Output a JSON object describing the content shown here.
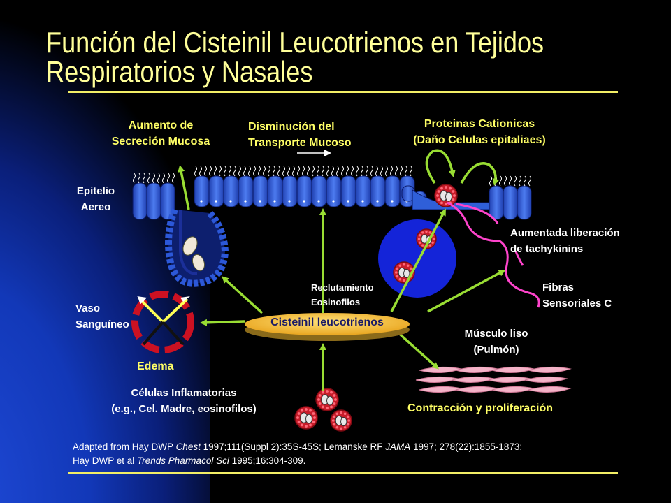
{
  "slide": {
    "title_line1": "Función del  Cisteinil Leucotrienos en Tejidos",
    "title_line2": "Respiratorios y Nasales"
  },
  "labels": {
    "mucus_secretion_1": "Aumento de",
    "mucus_secretion_2": "Secreción Mucosa",
    "transport_1": "Disminución del",
    "transport_2": "Transporte Mucoso",
    "cationic_1": "Proteinas Cationicas",
    "cationic_2": "(Daño Celulas epitaliaes)",
    "epithelium_1": "Epitelio",
    "epithelium_2": "Aereo",
    "tachykinin_1": "Aumentada liberación",
    "tachykinin_2": "de  tachykinins",
    "fibers_1": "Fibras",
    "fibers_2": "Sensoriales C",
    "recruitment_1": "Reclutamiento",
    "recruitment_2": "Eosinofilos",
    "vessel_1": "Vaso",
    "vessel_2": "Sanguíneo",
    "center": "Cisteinil leucotrienos",
    "smooth_muscle_1": "Músculo liso",
    "smooth_muscle_2": "(Pulmón)",
    "edema": "Edema",
    "inflammatory_1": "Células Inflamatorias",
    "inflammatory_2": "(e.g., Cel. Madre, eosinofilos)",
    "contraction": "Contracción y proliferación"
  },
  "reference": {
    "line1_a": "Adapted from Hay DWP ",
    "line1_b": "Chest",
    "line1_c": " 1997;111(Suppl 2):35S-45S; Lemanske RF ",
    "line1_d": "JAMA",
    "line1_e": " 1997; 278(22):1855-1873;",
    "line2_a": "Hay DWP et al ",
    "line2_b": "Trends Pharmacol Sci",
    "line2_c": " 1995;16:304-309."
  },
  "colors": {
    "title": "#ffff99",
    "label_yellow": "#ffff66",
    "arrow": "#99dd33",
    "epithelium": "#3366dd",
    "eosinophil": "#cc1122",
    "nerve": "#ff44cc",
    "center_pill": "#f3c34a"
  }
}
